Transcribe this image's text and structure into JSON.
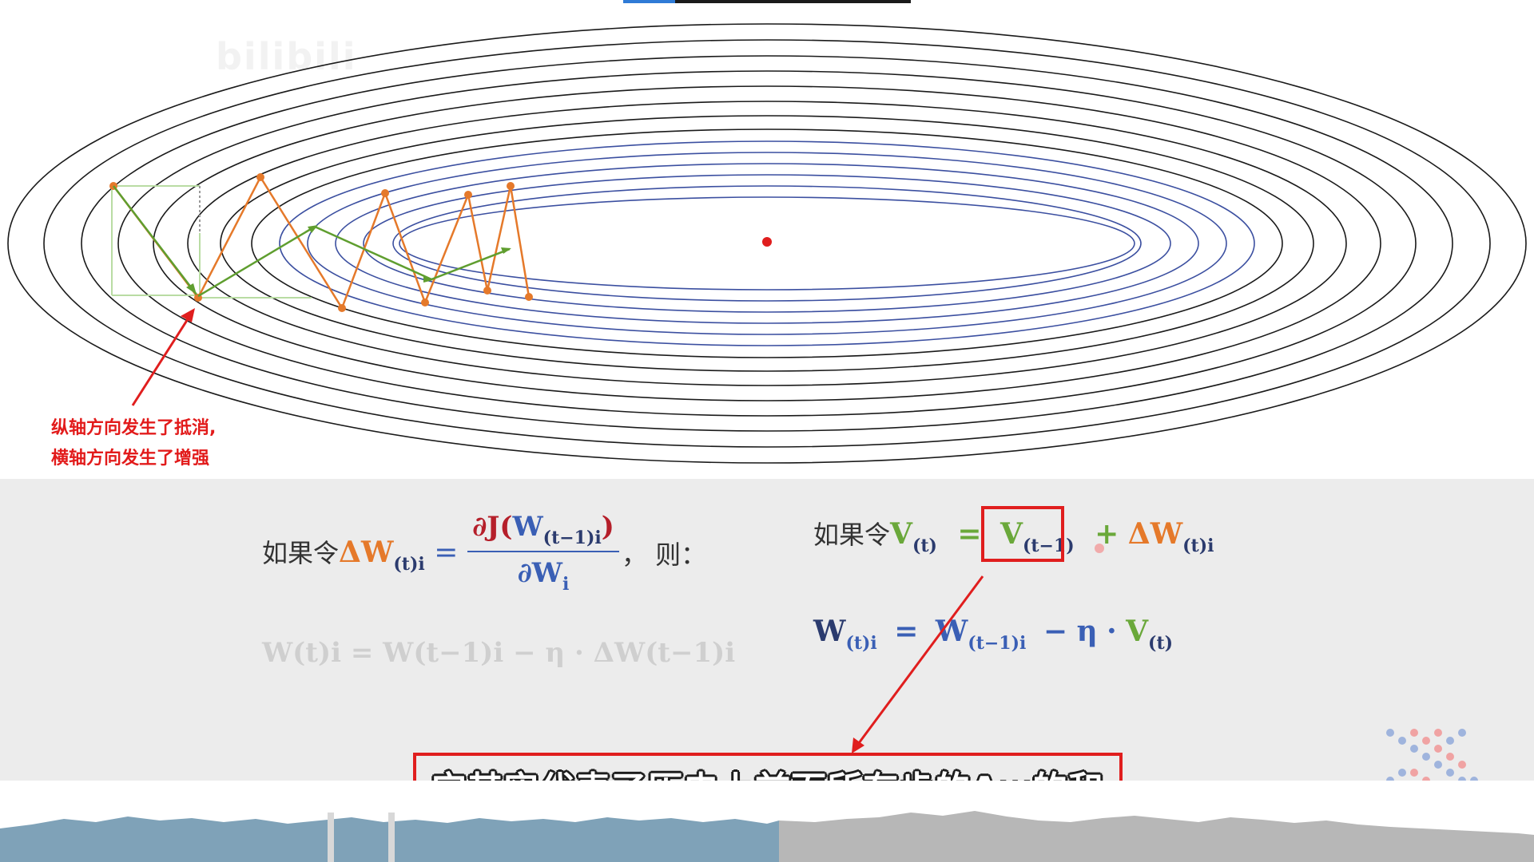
{
  "watermark": {
    "brand": "bilibili",
    "user": ""
  },
  "colors": {
    "orange": "#e5792a",
    "green": "#6aa83a",
    "red": "#e01e1e",
    "navy": "#2b3b6e",
    "blue": "#3a5fb5"
  },
  "diagram": {
    "minimum_marker": "red-dot",
    "outer_contours": "black",
    "inner_contours": "blue"
  },
  "annotation": {
    "line1": "纵轴方向发生了抵消,",
    "line2": "横轴方向发生了增强"
  },
  "formula_left": {
    "prefix": "如果令",
    "delta_w": "ΔW",
    "delta_w_sub": "(t)i",
    "equals": "=",
    "numerator_partial": "∂J",
    "numerator_paren_open": "(",
    "numerator_w": "W",
    "numerator_w_sub": "(t−1)i",
    "numerator_paren_close": ")",
    "denominator": "∂W",
    "denominator_sub": "i",
    "suffix": "，  则："
  },
  "formula_faded": "W(t)i = W(t−1)i − η · ΔW(t−1)i",
  "formula_right1": {
    "prefix": "如果令",
    "v": "V",
    "v_sub": "(t)",
    "equals": "=",
    "v_prev": "V",
    "v_prev_sub": "(t−1)",
    "plus": "+",
    "delta_w": "ΔW",
    "delta_w_sub": "(t)i"
  },
  "formula_right2": {
    "w": "W",
    "w_sub": "(t)i",
    "equals": "=",
    "w_prev": "W",
    "w_prev_sub": "(t−1)i",
    "minus": "−",
    "eta": "η",
    "dot": "·",
    "v": "V",
    "v_sub": "(t)"
  },
  "caption": "它其实代表了历史上前面所有步的Δw的和",
  "video": {
    "progress_fraction": 0.18
  }
}
